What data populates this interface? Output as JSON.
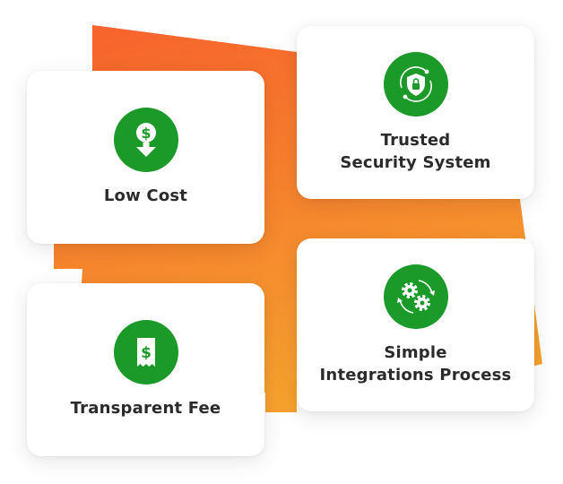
{
  "colors": {
    "accent_green": "#1b9a2a",
    "backdrop_orange_top": "#f7612d",
    "backdrop_orange_bottom": "#f6a12e",
    "text_dark": "#2b2b2b"
  },
  "cards": {
    "low_cost": {
      "icon": "dollar-down-arrow-icon",
      "title": "Low Cost"
    },
    "security": {
      "icon": "shield-lock-icon",
      "title_line1": "Trusted",
      "title_line2": "Security System"
    },
    "fee": {
      "icon": "dollar-receipt-icon",
      "title": "Transparent Fee"
    },
    "integrations": {
      "icon": "gears-cycle-icon",
      "title_line1": "Simple",
      "title_line2": "Integrations Process"
    }
  }
}
